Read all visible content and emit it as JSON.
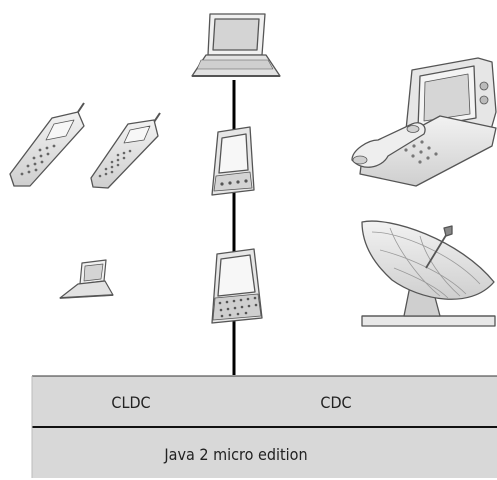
{
  "platform": {
    "profile_left": "CLDC",
    "profile_right": "CDC",
    "edition": "Java 2 micro edition"
  },
  "devices": [
    {
      "icon": "laptop-icon"
    },
    {
      "icon": "pda-icon"
    },
    {
      "icon": "pda-keyboard-icon"
    },
    {
      "icon": "cordless-phone-icon"
    },
    {
      "icon": "mobile-phone-icon"
    },
    {
      "icon": "small-laptop-icon"
    },
    {
      "icon": "screen-phone-icon"
    },
    {
      "icon": "satellite-dish-icon"
    }
  ],
  "colors": {
    "device_fill": "#e6e6e6",
    "device_stroke": "#555555",
    "platform_fill": "#d8d8d8",
    "connector": "#000000"
  }
}
